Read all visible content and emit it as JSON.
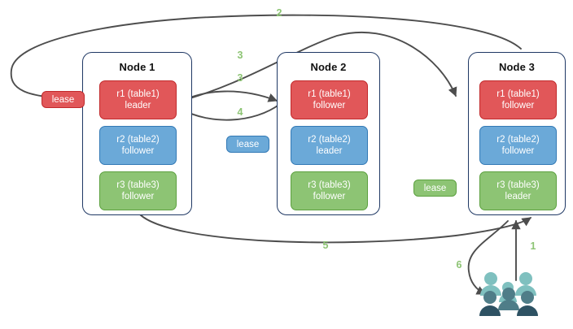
{
  "diagram": {
    "title": "Multi-node replica lease diagram",
    "background": "#ffffff",
    "colors": {
      "node_border": "#1f3864",
      "replica_red": "#e15759",
      "replica_red_border": "#c1292b",
      "replica_blue": "#6ba9d8",
      "replica_blue_border": "#3279b5",
      "replica_green": "#8dc474",
      "replica_green_border": "#5ca03f",
      "arrow": "#4d4d4d",
      "step_label": "#8dc474",
      "people_light": "#7fc0bf",
      "people_mid": "#4f7d88",
      "people_dark": "#2e5263"
    }
  },
  "nodes": [
    {
      "name": "node-1",
      "title": "Node 1",
      "replicas": [
        {
          "name": "r1-table1",
          "line1": "r1 (table1)",
          "line2": "leader",
          "color": "red"
        },
        {
          "name": "r2-table2",
          "line1": "r2 (table2)",
          "line2": "follower",
          "color": "blue"
        },
        {
          "name": "r3-table3",
          "line1": "r3 (table3)",
          "line2": "follower",
          "color": "green"
        }
      ]
    },
    {
      "name": "node-2",
      "title": "Node 2",
      "replicas": [
        {
          "name": "r1-table1",
          "line1": "r1 (table1)",
          "line2": "follower",
          "color": "red"
        },
        {
          "name": "r2-table2",
          "line1": "r2 (table2)",
          "line2": "leader",
          "color": "blue"
        },
        {
          "name": "r3-table3",
          "line1": "r3 (table3)",
          "line2": "follower",
          "color": "green"
        }
      ]
    },
    {
      "name": "node-3",
      "title": "Node 3",
      "replicas": [
        {
          "name": "r1-table1",
          "line1": "r1 (table1)",
          "line2": "follower",
          "color": "red"
        },
        {
          "name": "r2-table2",
          "line1": "r2 (table2)",
          "line2": "follower",
          "color": "blue"
        },
        {
          "name": "r3-table3",
          "line1": "r3 (table3)",
          "line2": "leader",
          "color": "green"
        }
      ]
    }
  ],
  "leases": [
    {
      "name": "lease-table1",
      "label": "lease",
      "color": "red"
    },
    {
      "name": "lease-table2",
      "label": "lease",
      "color": "blue"
    },
    {
      "name": "lease-table3",
      "label": "lease",
      "color": "green"
    }
  ],
  "steps": [
    {
      "name": "step-1",
      "label": "1"
    },
    {
      "name": "step-2",
      "label": "2"
    },
    {
      "name": "step-3a",
      "label": "3"
    },
    {
      "name": "step-3b",
      "label": "3"
    },
    {
      "name": "step-4",
      "label": "4"
    },
    {
      "name": "step-5",
      "label": "5"
    },
    {
      "name": "step-6",
      "label": "6"
    }
  ],
  "actors": {
    "name": "client-group",
    "icon": "people-group-icon"
  }
}
